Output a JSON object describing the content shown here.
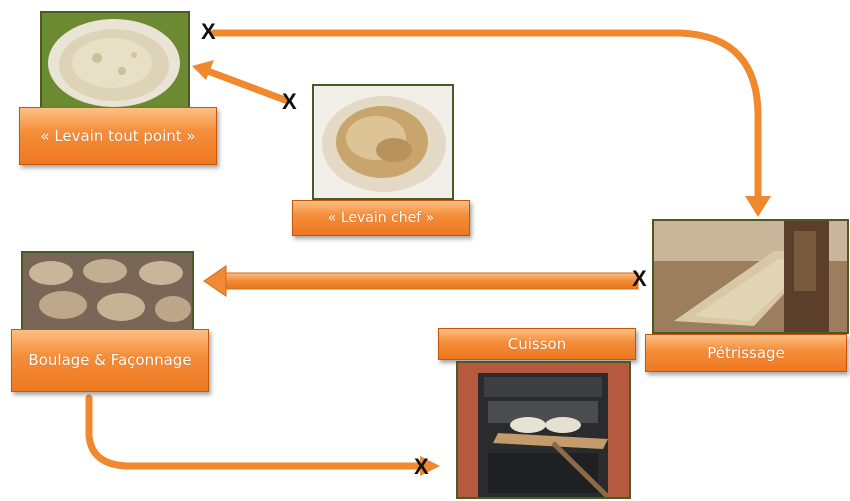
{
  "nodes": {
    "levain_tout_point": {
      "label": "« Levain tout point »",
      "image": "bowl-of-dough"
    },
    "levain_chef": {
      "label": "« Levain chef »",
      "image": "risen-dough-ball"
    },
    "petrissage": {
      "label": "Pétrissage",
      "image": "kneading-trough"
    },
    "boulage": {
      "label": "Boulage & Façonnage",
      "image": "shaped-loaves"
    },
    "cuisson": {
      "label": "Cuisson",
      "image": "bread-oven"
    }
  },
  "markers": {
    "x": "X"
  },
  "colors": {
    "arrow": "#f0882e",
    "box": "#f28a33",
    "frame": "#4b5a24"
  }
}
